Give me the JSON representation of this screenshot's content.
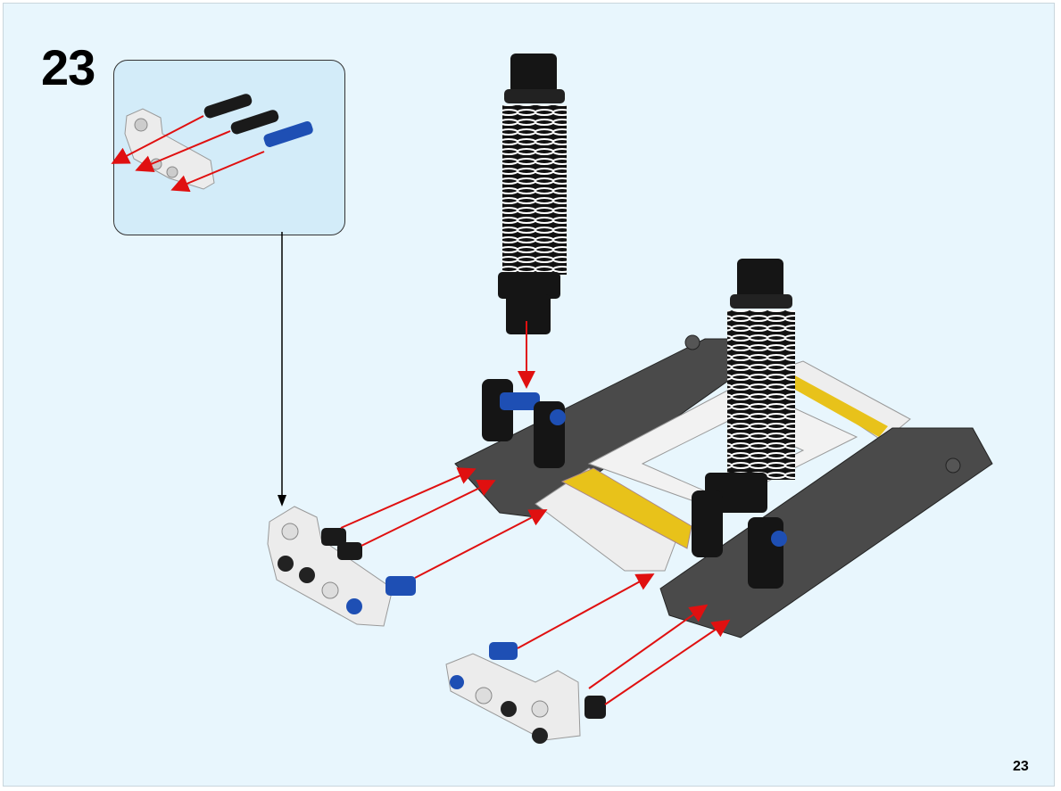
{
  "step": {
    "number": "23"
  },
  "page": {
    "number": "23"
  },
  "colors": {
    "background": "#e8f6fd",
    "callout": "#d3ecf9",
    "arrow": "#e01010",
    "dark_gray": "#4a4a4a",
    "white_part": "#eeeeee",
    "yellow": "#e8c21a",
    "blue": "#1e4fb4",
    "black": "#151515"
  },
  "icons": [
    "callout-box",
    "shock-absorber",
    "beam",
    "pin",
    "arrow"
  ]
}
